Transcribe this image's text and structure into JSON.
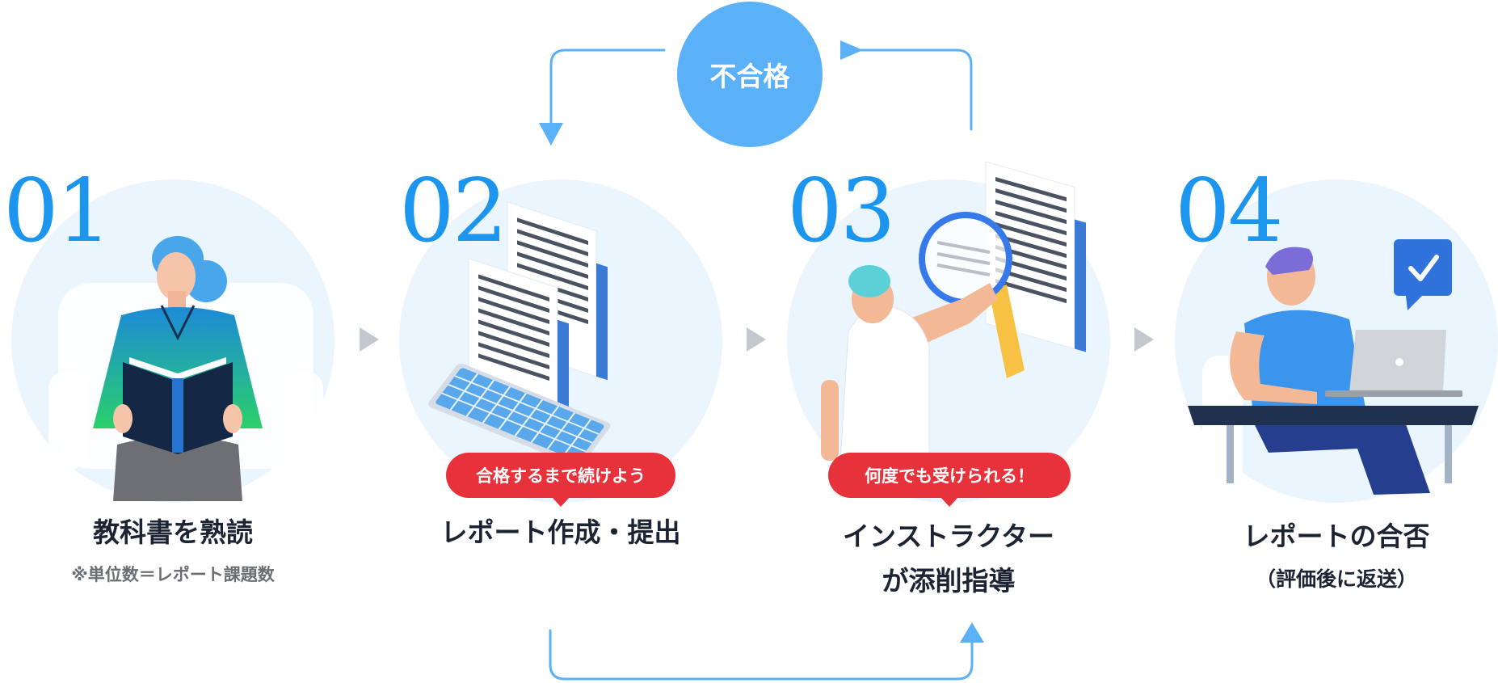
{
  "loop": {
    "fail_label": "不合格",
    "colors": {
      "loop_line": "#5ab1f7",
      "fail_circle": "#5ab1f7",
      "number": "#1b95ee",
      "bubble": "#e8323b"
    }
  },
  "steps": [
    {
      "number": "01",
      "label_line1": "教科書を熟読",
      "label_line2": "",
      "note": "※単位数＝レポート課題数",
      "bubble": "",
      "illustration": "woman-reading-book-icon"
    },
    {
      "number": "02",
      "label_line1": "レポート作成・提出",
      "label_line2": "",
      "note": "",
      "bubble": "合格するまで続けよう",
      "illustration": "keyboard-and-report-pages-icon"
    },
    {
      "number": "03",
      "label_line1": "インストラクター",
      "label_line2": "が添削指導",
      "note": "",
      "bubble": "何度でも受けられる！",
      "illustration": "instructor-with-magnifier-icon"
    },
    {
      "number": "04",
      "label_line1": "レポートの合否",
      "label_line2": "",
      "note": "（評価後に返送）",
      "bubble": "",
      "illustration": "man-with-laptop-checkmark-icon"
    }
  ]
}
